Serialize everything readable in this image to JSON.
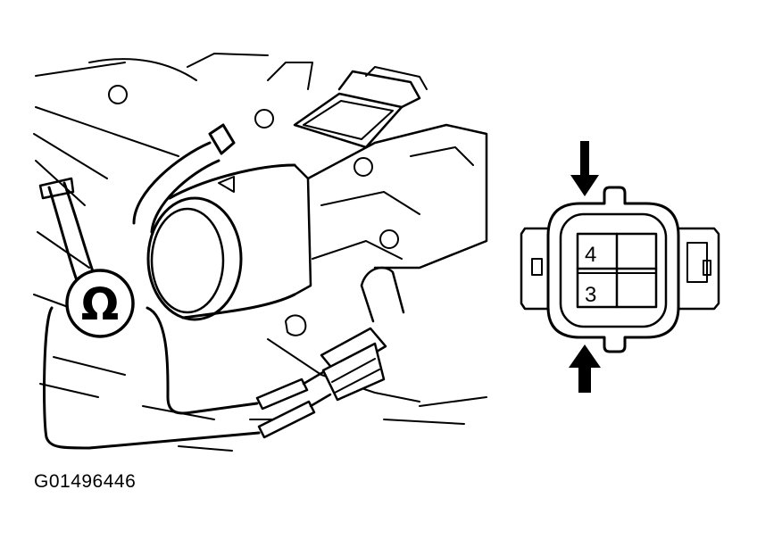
{
  "figure": {
    "code": "G01496446",
    "meter_symbol": "Ω",
    "connector": {
      "pins": [
        "4",
        "3"
      ]
    }
  }
}
